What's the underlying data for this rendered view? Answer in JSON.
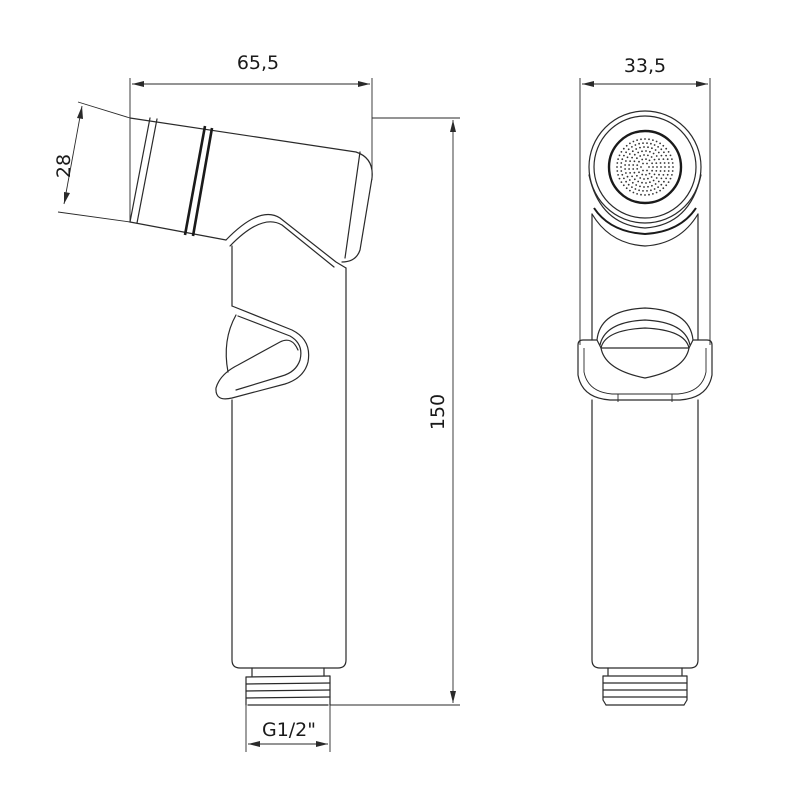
{
  "drawing": {
    "subject": "hygienic shower handset",
    "views": [
      "side-view",
      "front-view"
    ],
    "line_color": "#2a2a2a",
    "background": "#ffffff"
  },
  "dimensions": {
    "side_width": "65,5",
    "head_height": "28",
    "total_height": "150",
    "thread": "G1/2\"",
    "front_width": "33,5"
  }
}
